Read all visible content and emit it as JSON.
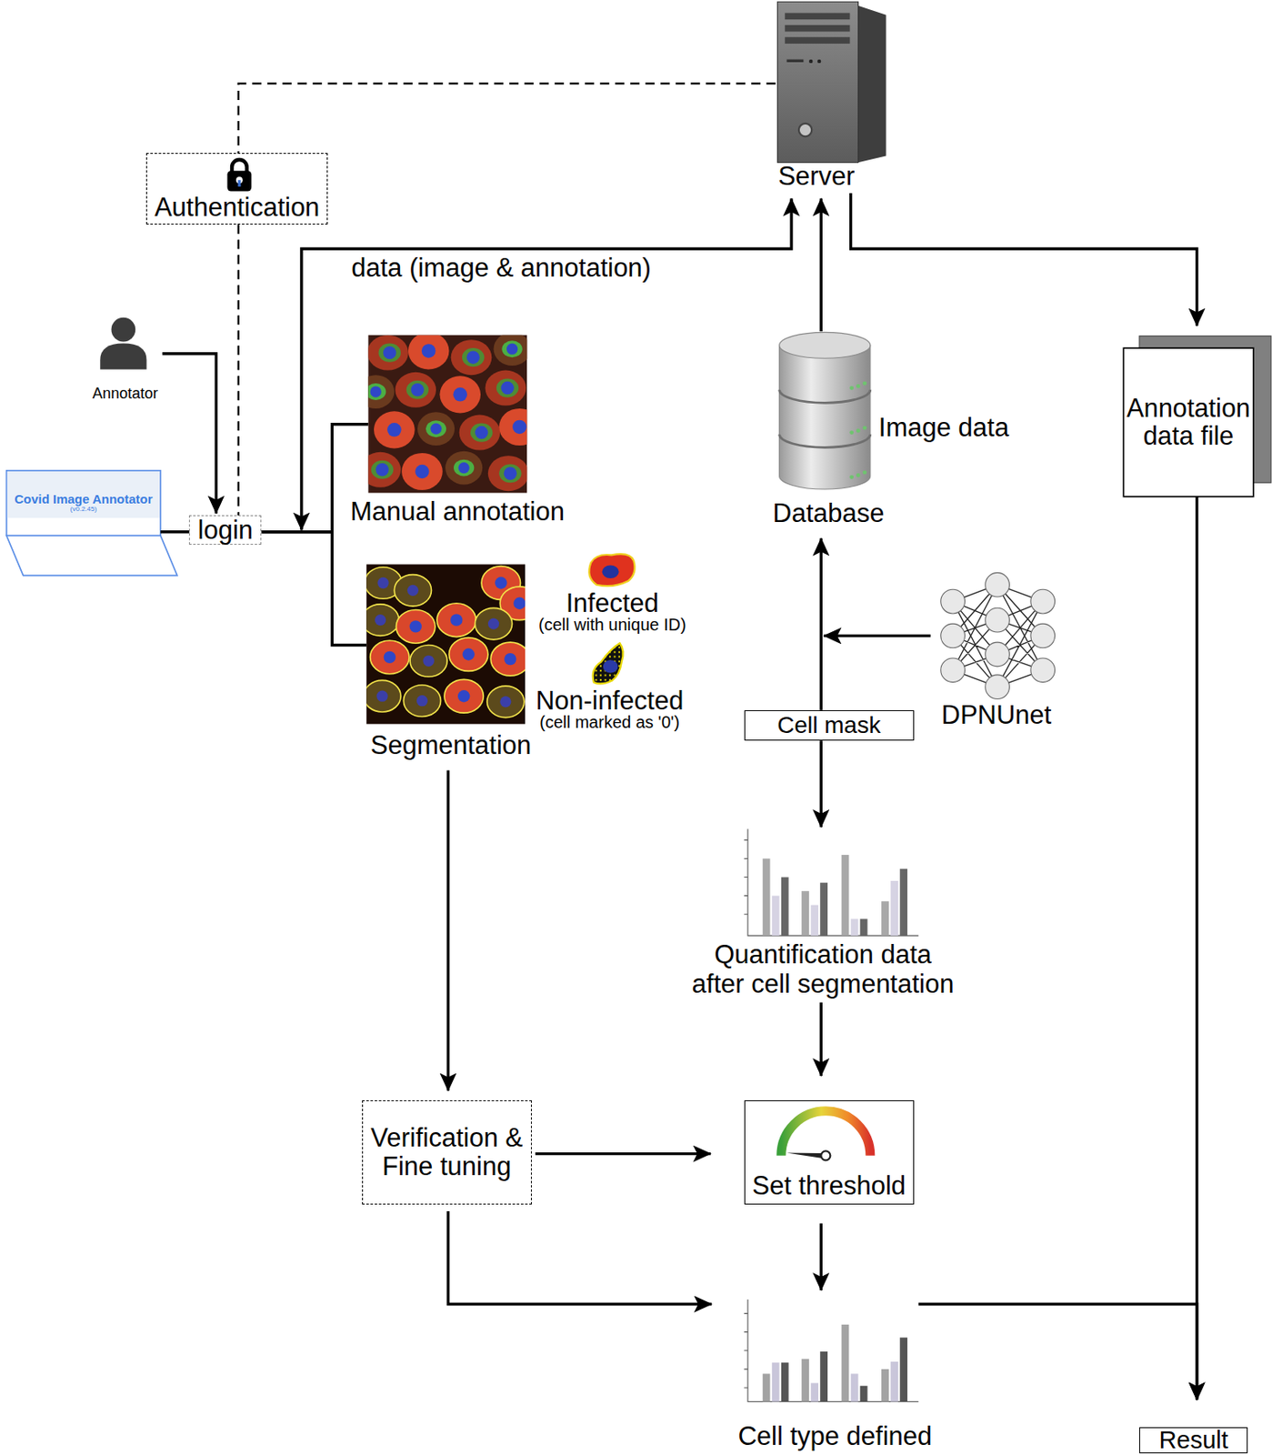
{
  "diagram": {
    "nodes": [
      {
        "text": [
          "Server"
        ]
      },
      {
        "text": [
          "Authentication"
        ]
      },
      {
        "text": [
          "Annotator"
        ]
      },
      {
        "text": [
          "Covid Image Annotator",
          "(v0.2.45)"
        ]
      },
      {
        "text": [
          "login"
        ]
      },
      {
        "text": [
          "Manual annotation"
        ]
      },
      {
        "text": [
          "Segmentation"
        ]
      },
      {
        "text": [
          "Image data",
          "Database"
        ]
      },
      {
        "text": [
          "Annotation data file"
        ]
      },
      {
        "text": [
          "DPNUnet"
        ]
      },
      {
        "text": [
          "Cell mask"
        ]
      },
      {
        "text": [
          "Quantification data after cell segmentation"
        ]
      },
      {
        "text": [
          "Verification & Fine tuning"
        ]
      },
      {
        "text": [
          "Set threshold"
        ]
      },
      {
        "text": [
          "Cell type defined"
        ]
      },
      {
        "text": [
          "Result"
        ]
      }
    ],
    "edges": [
      {
        "from": 0,
        "to": 1,
        "arrow": "none"
      },
      {
        "from": 1,
        "to": 4,
        "arrow": "none"
      },
      {
        "from": 2,
        "to": 4,
        "arrow": "to"
      },
      {
        "from": 3,
        "to": 4,
        "arrow": "none"
      },
      {
        "from": 4,
        "to": 5,
        "arrow": "none"
      },
      {
        "from": 4,
        "to": 6,
        "arrow": "none"
      },
      {
        "from": 4,
        "to": 0,
        "label": "data (image & annotation)",
        "arrow": "both"
      },
      {
        "from": 7,
        "to": 0,
        "arrow": "to"
      },
      {
        "from": 0,
        "to": 8,
        "arrow": "to"
      },
      {
        "from": 8,
        "to": 15,
        "arrow": "to"
      },
      {
        "from": 9,
        "to": 7,
        "arrow": "to"
      },
      {
        "from": 10,
        "to": 7,
        "arrow": "to"
      },
      {
        "from": 10,
        "to": 11,
        "arrow": "to"
      },
      {
        "from": 11,
        "to": 13,
        "arrow": "to"
      },
      {
        "from": 6,
        "to": 12,
        "arrow": "to"
      },
      {
        "from": 12,
        "to": 13,
        "arrow": "to"
      },
      {
        "from": 12,
        "to": 14,
        "arrow": "to"
      },
      {
        "from": 13,
        "to": 14,
        "arrow": "to"
      },
      {
        "from": 14,
        "to": 15,
        "arrow": "to"
      }
    ],
    "labels": [
      "Infected",
      "(cell with unique ID)",
      "Non-infected",
      "(cell marked as '0')"
    ]
  }
}
